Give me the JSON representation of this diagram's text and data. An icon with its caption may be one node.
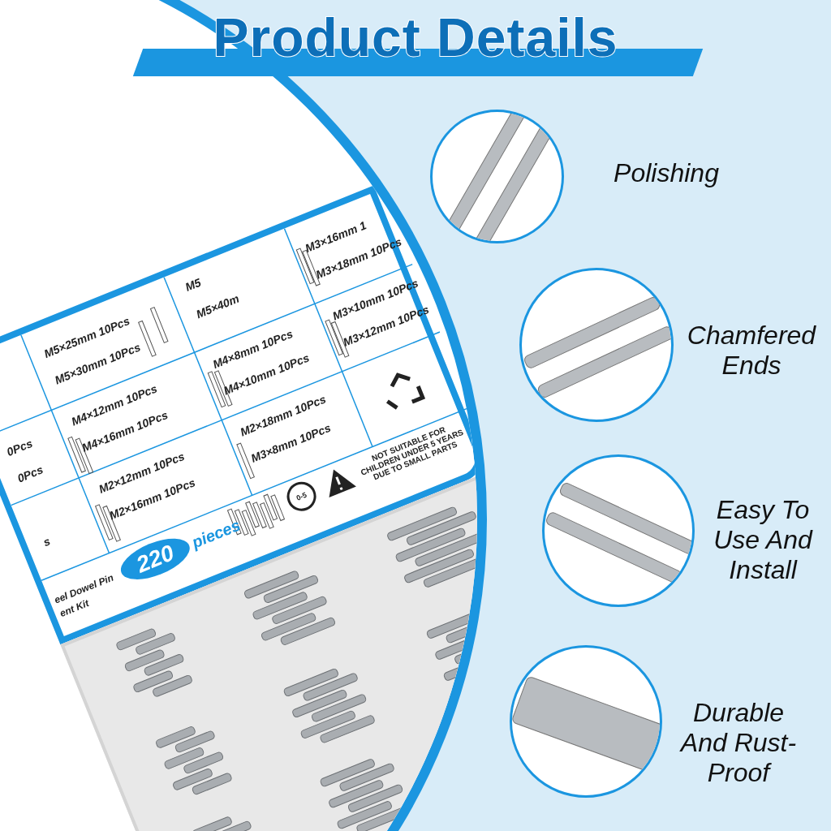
{
  "diagram": {
    "title": "Product Details",
    "nodes": [
      {
        "text": [],
        "shape": "picture",
        "beside": [
          "Polishing"
        ]
      },
      {
        "text": [],
        "shape": "picture",
        "beside": [
          "Chamfered Ends"
        ]
      },
      {
        "text": [],
        "shape": "picture",
        "beside": [
          "Easy To Use And Install"
        ]
      },
      {
        "text": [],
        "shape": "picture",
        "beside": [
          "Durable And Rust-Proof"
        ]
      }
    ],
    "labels": [
      "M5",
      "M5×40m",
      "M5×25mm 10Pcs",
      "M5×30mm 10Pcs",
      "M3×16mm 1",
      "M3×18mm 10Pcs",
      "0Pcs",
      "0Pcs",
      "M4×8mm 10Pcs",
      "M4×10mm 10Pcs",
      "M3×10mm 10Pcs",
      "M3×12mm 10Pcs",
      "M4×12mm 10Pcs",
      "M4×16mm 10Pcs",
      "M2×18mm 10Pcs",
      "M3×8mm 10Pcs",
      "0-5",
      "NOT SUITABLE FOR CHILDREN UNDER 5 YEARS DUE TO SMALL PARTS",
      "s",
      "M2×12mm 10Pcs",
      "M2×16mm 10Pcs",
      "220",
      "pieces",
      "eel Dowel Pin",
      "ent Kit"
    ]
  }
}
